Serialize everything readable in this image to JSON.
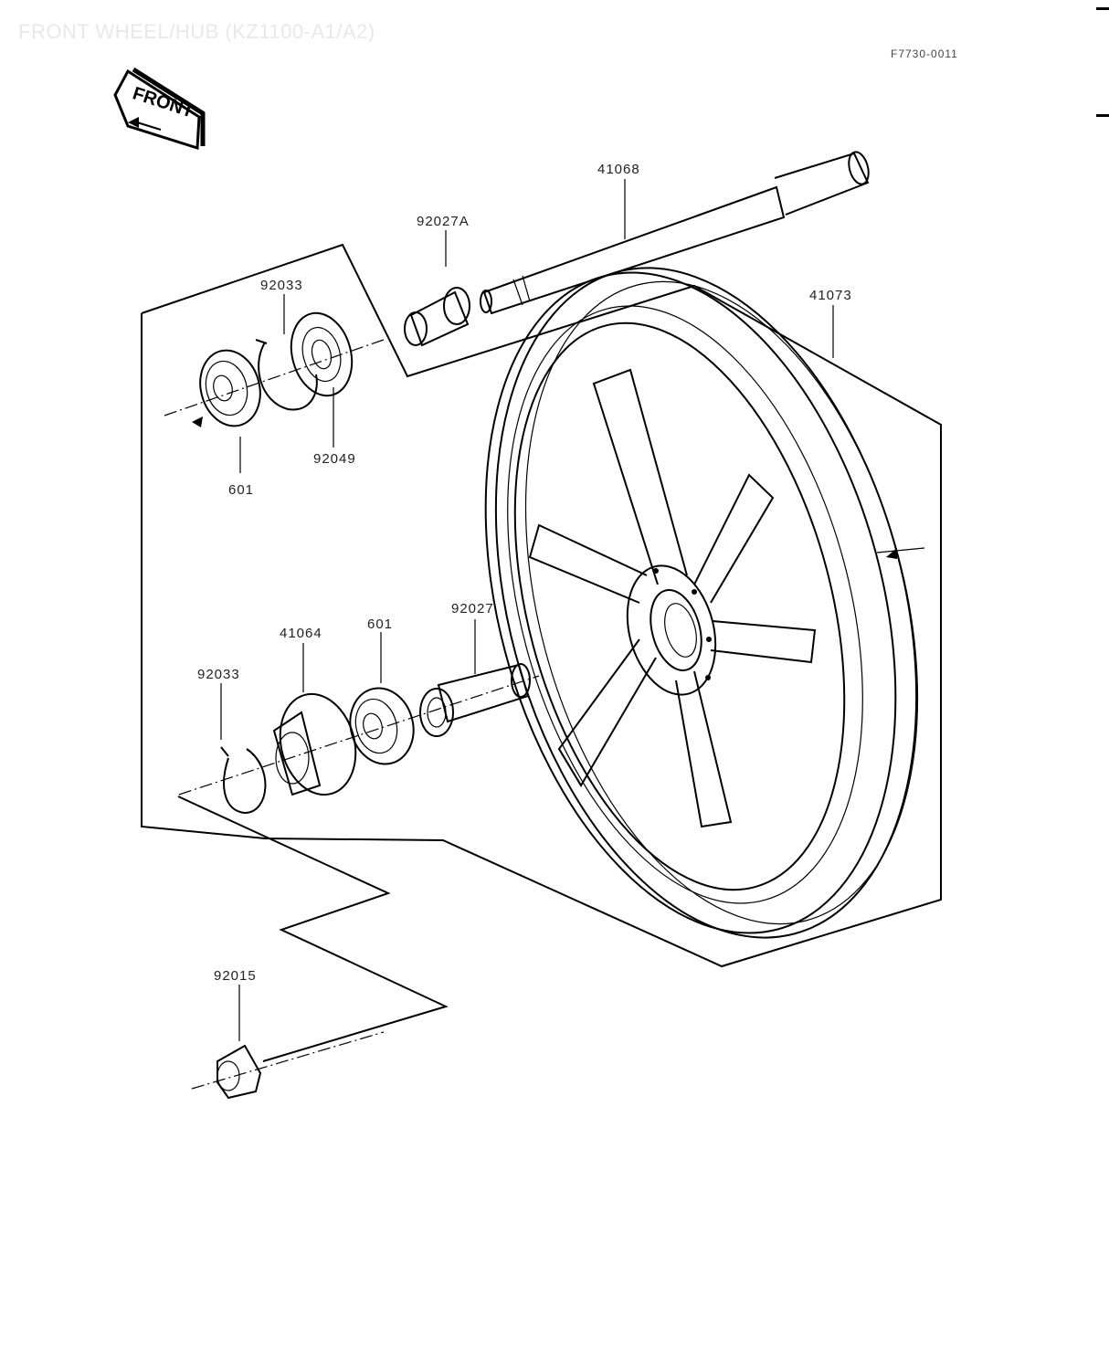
{
  "diagram": {
    "title": "FRONT WHEEL/HUB (KZ1100-A1/A2)",
    "drawing_code": "F7730-0011",
    "front_label": "FRONT",
    "parts": [
      {
        "id": "axle",
        "label": "41068"
      },
      {
        "id": "collar_a",
        "label": "92027A"
      },
      {
        "id": "wheel",
        "label": "41073"
      },
      {
        "id": "circlip_upper",
        "label": "92033"
      },
      {
        "id": "oil_seal",
        "label": "92049"
      },
      {
        "id": "bearing_upper",
        "label": "601"
      },
      {
        "id": "coupling",
        "label": "41064"
      },
      {
        "id": "bearing_lower",
        "label": "601"
      },
      {
        "id": "collar_b",
        "label": "92027"
      },
      {
        "id": "circlip_lower",
        "label": "92033"
      },
      {
        "id": "axle_nut",
        "label": "92015"
      }
    ]
  }
}
